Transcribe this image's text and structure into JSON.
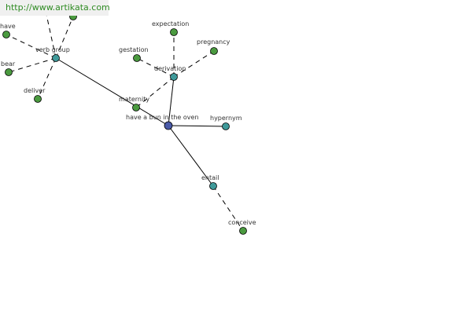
{
  "watermark": "http://www.artikata.com",
  "colors": {
    "root": "#4a5aa8",
    "relation": "#3f9a9a",
    "leaf": "#4a9a3f"
  },
  "nodes": [
    {
      "id": "root",
      "label": "have a bun in the oven",
      "kind": "root"
    },
    {
      "id": "verb-group",
      "label": "verb group",
      "kind": "relation"
    },
    {
      "id": "derivation",
      "label": "derivation",
      "kind": "relation"
    },
    {
      "id": "hypernym",
      "label": "hypernym",
      "kind": "relation"
    },
    {
      "id": "entail",
      "label": "entail",
      "kind": "relation"
    },
    {
      "id": "have",
      "label": "have",
      "kind": "leaf"
    },
    {
      "id": "bear",
      "label": "bear",
      "kind": "leaf"
    },
    {
      "id": "deliver",
      "label": "deliver",
      "kind": "leaf"
    },
    {
      "id": "top-a",
      "label": "",
      "kind": "leaf"
    },
    {
      "id": "expectation",
      "label": "expectation",
      "kind": "leaf"
    },
    {
      "id": "pregnancy",
      "label": "pregnancy",
      "kind": "leaf"
    },
    {
      "id": "gestation",
      "label": "gestation",
      "kind": "leaf"
    },
    {
      "id": "maternity",
      "label": "maternity",
      "kind": "leaf"
    },
    {
      "id": "conceive",
      "label": "conceive",
      "kind": "leaf"
    }
  ],
  "edges": [
    {
      "from": "root",
      "to": "verb-group",
      "style": "solid"
    },
    {
      "from": "root",
      "to": "derivation",
      "style": "solid"
    },
    {
      "from": "root",
      "to": "hypernym",
      "style": "solid"
    },
    {
      "from": "root",
      "to": "entail",
      "style": "solid"
    },
    {
      "from": "verb-group",
      "to": "have",
      "style": "dashed"
    },
    {
      "from": "verb-group",
      "to": "bear",
      "style": "dashed"
    },
    {
      "from": "verb-group",
      "to": "deliver",
      "style": "dashed"
    },
    {
      "from": "verb-group",
      "to": "top-a",
      "style": "dashed"
    },
    {
      "from": "verb-group",
      "to": "offscreen-top",
      "style": "dashed"
    },
    {
      "from": "derivation",
      "to": "expectation",
      "style": "dashed"
    },
    {
      "from": "derivation",
      "to": "pregnancy",
      "style": "dashed"
    },
    {
      "from": "derivation",
      "to": "gestation",
      "style": "dashed"
    },
    {
      "from": "derivation",
      "to": "maternity",
      "style": "dashed"
    },
    {
      "from": "entail",
      "to": "conceive",
      "style": "dashed"
    }
  ]
}
